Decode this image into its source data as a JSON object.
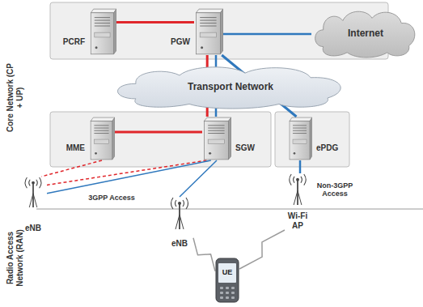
{
  "diagram": {
    "nodes": [
      {
        "text": [
          "PCRF"
        ]
      },
      {
        "text": [
          "PGW"
        ]
      },
      {
        "text": [
          "Internet"
        ]
      },
      {
        "text": [
          "Transport Network"
        ]
      },
      {
        "text": [
          "MME"
        ]
      },
      {
        "text": [
          "SGW"
        ]
      },
      {
        "text": [
          "ePDG"
        ]
      },
      {
        "text": [
          "eNB"
        ]
      },
      {
        "text": [
          "eNB"
        ]
      },
      {
        "text": [
          "Wi-Fi AP"
        ]
      },
      {
        "text": [
          "UE"
        ]
      }
    ],
    "edges": [
      {
        "from": 0,
        "to": 1,
        "arrow": "none"
      },
      {
        "from": 1,
        "to": 2,
        "arrow": "none"
      },
      {
        "from": 1,
        "to": 5,
        "arrow": "none"
      },
      {
        "from": 1,
        "to": 5,
        "arrow": "none"
      },
      {
        "from": 1,
        "to": 6,
        "arrow": "none"
      },
      {
        "from": 4,
        "to": 5,
        "arrow": "none"
      },
      {
        "from": 4,
        "to": 7,
        "arrow": "none"
      },
      {
        "from": 5,
        "to": 7,
        "arrow": "none"
      },
      {
        "from": 5,
        "to": 7,
        "arrow": "none"
      },
      {
        "from": 5,
        "to": 8,
        "arrow": "none"
      },
      {
        "from": 6,
        "to": 9,
        "arrow": "none"
      },
      {
        "from": 8,
        "to": 10,
        "arrow": "none"
      },
      {
        "from": 9,
        "to": 10,
        "arrow": "none"
      }
    ],
    "labels": [
      "Core Network (CP + UP)",
      "Radio Access Network (RAN)",
      "3GPP Access",
      "Non-3GPP Access"
    ]
  }
}
